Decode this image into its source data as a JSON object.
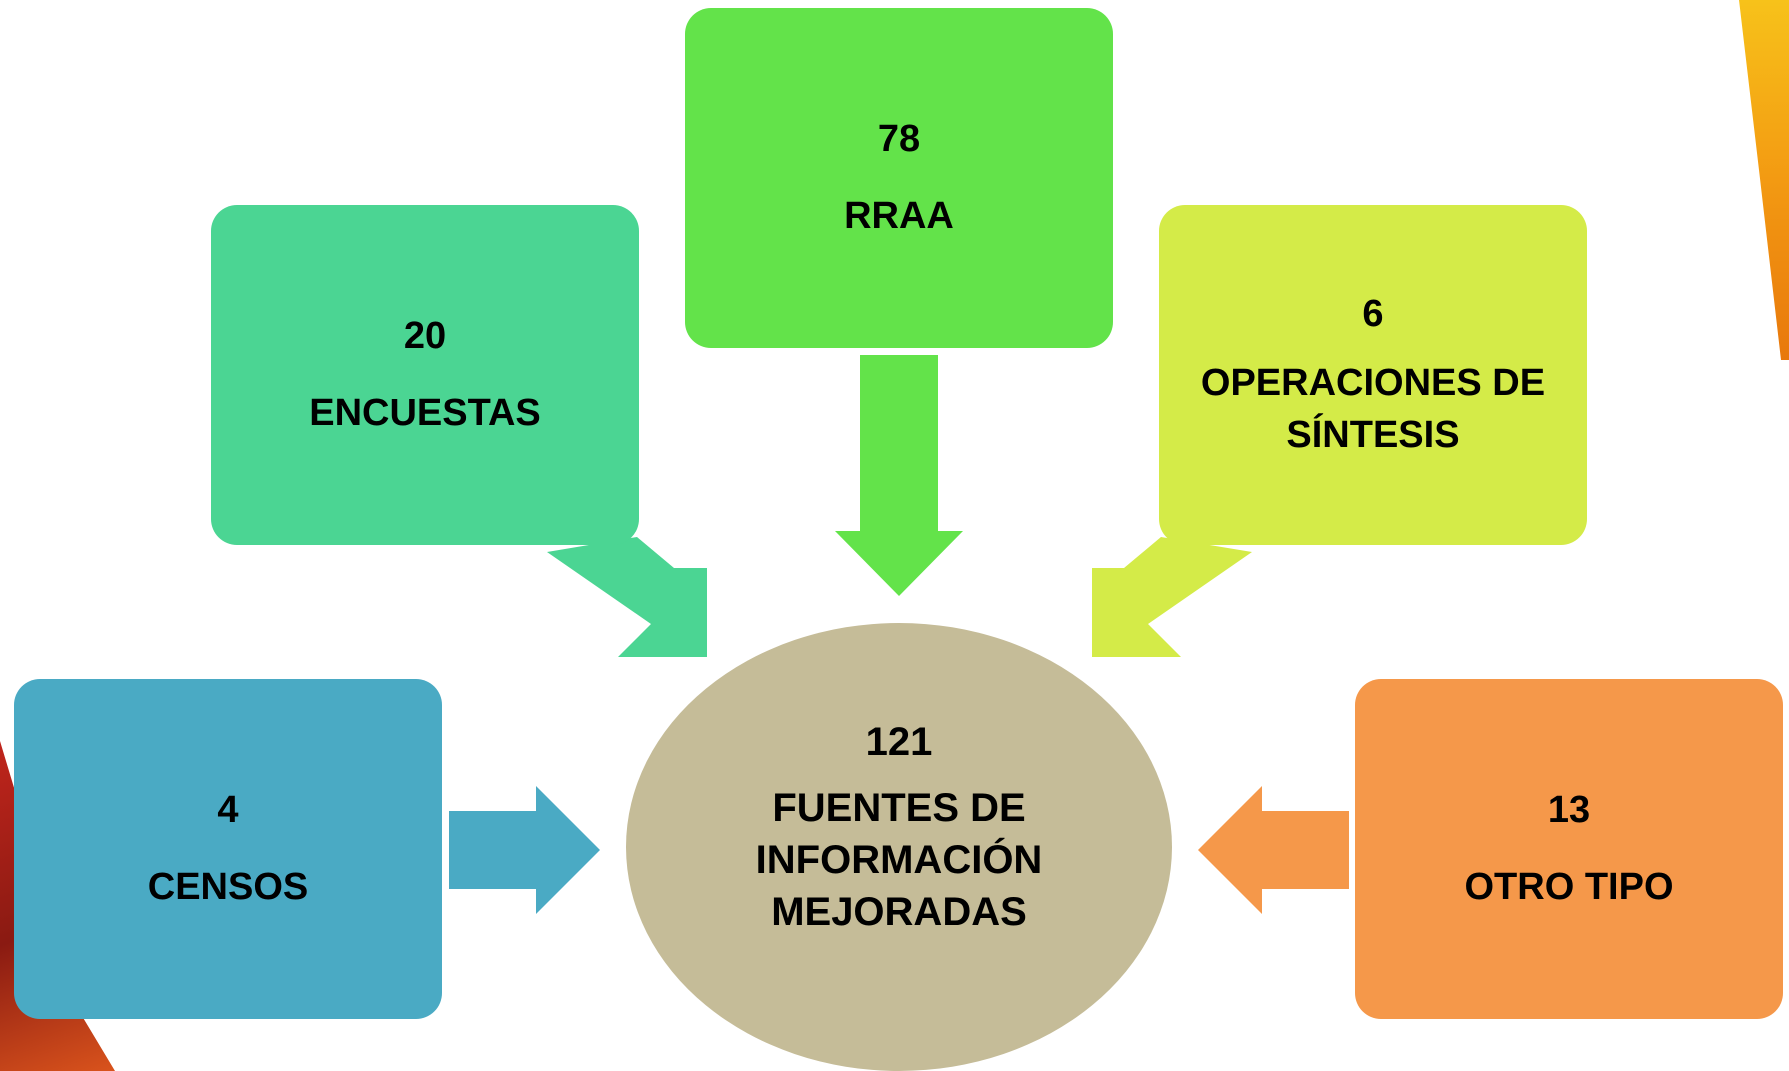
{
  "center": {
    "count": "121",
    "label": "FUENTES DE\nINFORMACIÓN\nMEJORADAS"
  },
  "boxes": {
    "encuestas": {
      "count": "20",
      "label": "ENCUESTAS"
    },
    "rraa": {
      "count": "78",
      "label": "RRAA"
    },
    "sintesis": {
      "count": "6",
      "label": "OPERACIONES DE\nSÍNTESIS"
    },
    "censos": {
      "count": "4",
      "label": "CENSOS"
    },
    "otro": {
      "count": "13",
      "label": "OTRO TIPO"
    }
  },
  "colors": {
    "encuestas": "#4bd593",
    "rraa": "#63e34a",
    "sintesis": "#d4eb48",
    "censos": "#4aaac4",
    "otro": "#f5984a",
    "center": "#c5bc98"
  }
}
